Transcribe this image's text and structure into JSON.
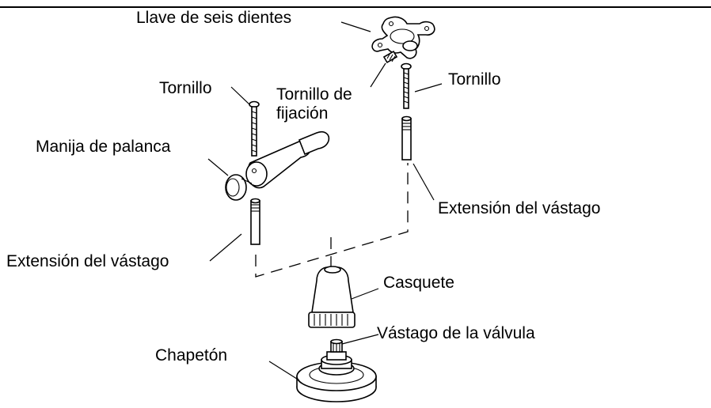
{
  "labels": {
    "six_point_handle": "Llave de seis dientes",
    "screw_left": "Tornillo",
    "set_screw_line1": "Tornillo de",
    "set_screw_line2": "fijación",
    "screw_right": "Tornillo",
    "lever_handle": "Manija de palanca",
    "stem_extension_right": "Extensión del vástago",
    "stem_extension_left": "Extensión del vástago",
    "bonnet": "Casquete",
    "valve_stem": "Vástago de la válvula",
    "escutcheon": "Chapetón"
  }
}
